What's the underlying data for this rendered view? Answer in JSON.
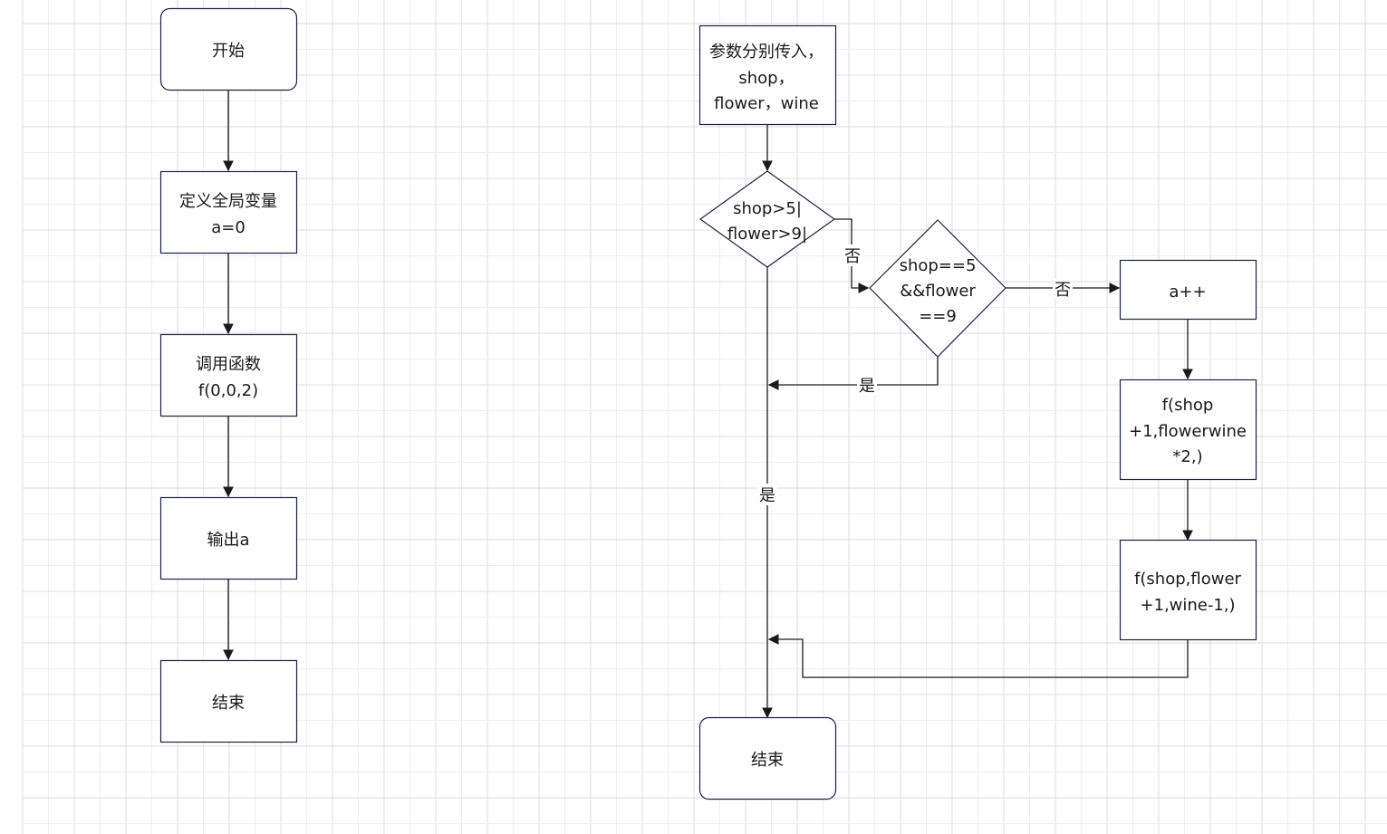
{
  "diagram": {
    "type": "flowchart",
    "colors": {
      "stroke": "#1c2340",
      "grid_minor": "#efefef",
      "grid_major": "#dcdcdc",
      "background": "#ffffff"
    },
    "main_flow": {
      "nodes": [
        {
          "id": "start",
          "shape": "rounded",
          "lines": [
            "开始"
          ]
        },
        {
          "id": "define",
          "shape": "rect",
          "lines": [
            "定义全局变量",
            "a=0"
          ]
        },
        {
          "id": "call",
          "shape": "rect",
          "lines": [
            "调用函数",
            "f(0,0,2)"
          ]
        },
        {
          "id": "output",
          "shape": "rect",
          "lines": [
            "输出a"
          ]
        },
        {
          "id": "end",
          "shape": "rect",
          "lines": [
            "结束"
          ]
        }
      ]
    },
    "function_flow": {
      "nodes": [
        {
          "id": "params",
          "shape": "rect",
          "lines": [
            "参数分别传入，",
            "shop，",
            "flower，wine"
          ]
        },
        {
          "id": "cond1",
          "shape": "diamond",
          "lines": [
            "shop>5|",
            "flower>9|"
          ]
        },
        {
          "id": "cond2",
          "shape": "diamond",
          "lines": [
            "shop==5",
            "&&flower",
            "==9"
          ]
        },
        {
          "id": "inc",
          "shape": "rect",
          "lines": [
            "a++"
          ]
        },
        {
          "id": "rec1",
          "shape": "rect",
          "lines": [
            "f(shop",
            "+1,flowerwine",
            "*2,)"
          ]
        },
        {
          "id": "rec2",
          "shape": "rect",
          "lines": [
            "f(shop,flower",
            "+1,wine-1,)"
          ]
        },
        {
          "id": "fend",
          "shape": "rounded",
          "lines": [
            "结束"
          ]
        }
      ],
      "edge_labels": {
        "cond1_no": "否",
        "cond2_no": "否",
        "cond2_yes": "是",
        "cond1_yes": "是"
      }
    }
  }
}
